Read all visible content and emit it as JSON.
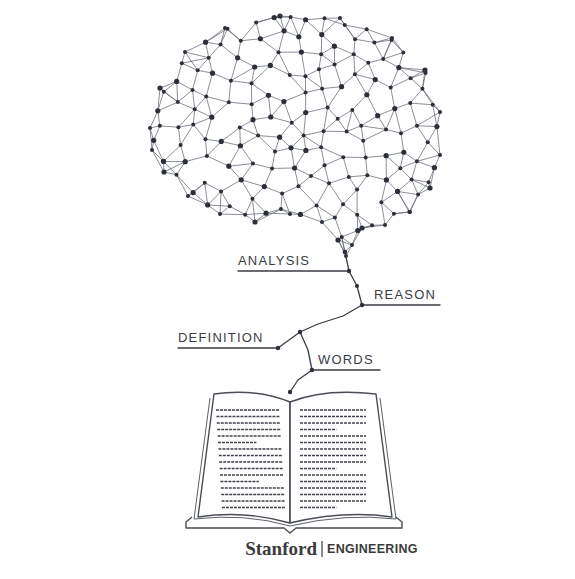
{
  "diagram": {
    "labels": [
      "ANALYSIS",
      "REASON",
      "DEFINITION",
      "WORDS",
      "Stanford",
      "ENGINEERING"
    ]
  }
}
